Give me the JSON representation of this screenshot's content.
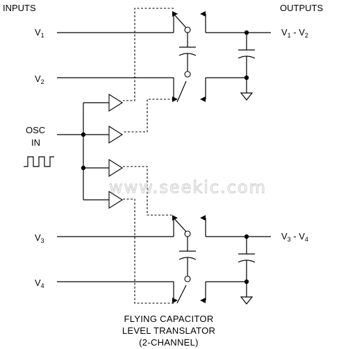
{
  "labels": {
    "inputs": "INPUTS",
    "outputs": "OUTPUTS",
    "v1": "V",
    "v1_sub": "1",
    "v2": "V",
    "v2_sub": "2",
    "v3": "V",
    "v3_sub": "3",
    "v4": "V",
    "v4_sub": "4",
    "osc": "OSC",
    "in": "IN",
    "out_top_a": "V",
    "out_top_a_sub": "1",
    "out_top_sep": " - V",
    "out_top_b_sub": "2",
    "out_bot_a": "V",
    "out_bot_a_sub": "3",
    "out_bot_sep": " - V",
    "out_bot_b_sub": "4"
  },
  "title": {
    "line1": "FLYING CAPACITOR",
    "line2": "LEVEL TRANSLATOR",
    "line3": "(2-CHANNEL)"
  },
  "watermark": "www.seekic.com"
}
